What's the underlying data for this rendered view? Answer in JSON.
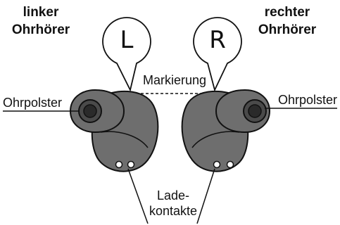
{
  "left_title": {
    "line1": "linker",
    "line2": "Ohrhörer"
  },
  "right_title": {
    "line1": "rechter",
    "line2": "Ohrhörer"
  },
  "left_bubble_letter": "L",
  "right_bubble_letter": "R",
  "marker_label": "Markierung",
  "left_eartip_label": "Ohrpolster",
  "right_eartip_label": "Ohrpolster",
  "contacts_label": {
    "line1": "Lade-",
    "line2": "kontakte"
  },
  "colors": {
    "body_fill": "#6e6e6e",
    "outline": "#111111",
    "background": "#ffffff"
  }
}
